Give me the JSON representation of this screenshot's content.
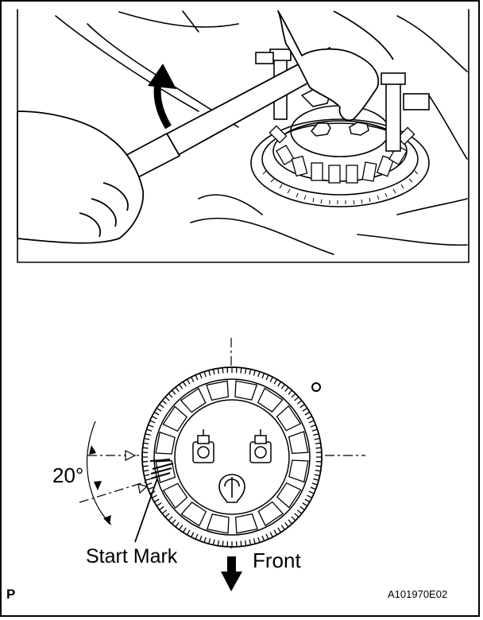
{
  "figure": {
    "angle_label": "20°",
    "start_mark_label": "Start Mark",
    "front_label": "Front",
    "corner_letter": "P",
    "figure_code": "A101970E02"
  },
  "icons": {
    "rotation_arrow": "curved-up-arrow-icon",
    "front_arrow": "down-arrow-icon"
  }
}
